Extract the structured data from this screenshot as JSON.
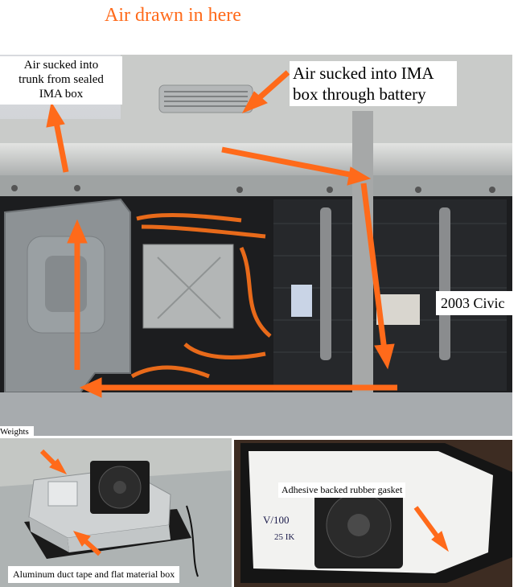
{
  "header": {
    "title": "Air drawn in here"
  },
  "main_photo": {
    "labels": {
      "trunk_air_line1": "Air sucked into",
      "trunk_air_line2": "trunk from sealed",
      "trunk_air_line3": "IMA box",
      "ima_air_line1": "Air sucked into IMA",
      "ima_air_line2": "box through battery",
      "car_model": "2003 Civic"
    },
    "colors": {
      "arrow": "#ff6a1a",
      "label_bg": "#ffffff"
    }
  },
  "left_photo": {
    "labels": {
      "weights": "Weights",
      "box_caption": "Aluminum duct tape  and flat material box"
    }
  },
  "right_photo": {
    "labels": {
      "gasket": "Adhesive backed rubber gasket",
      "handwriting_line1": "V/100",
      "handwriting_line2": "25 IK"
    }
  }
}
